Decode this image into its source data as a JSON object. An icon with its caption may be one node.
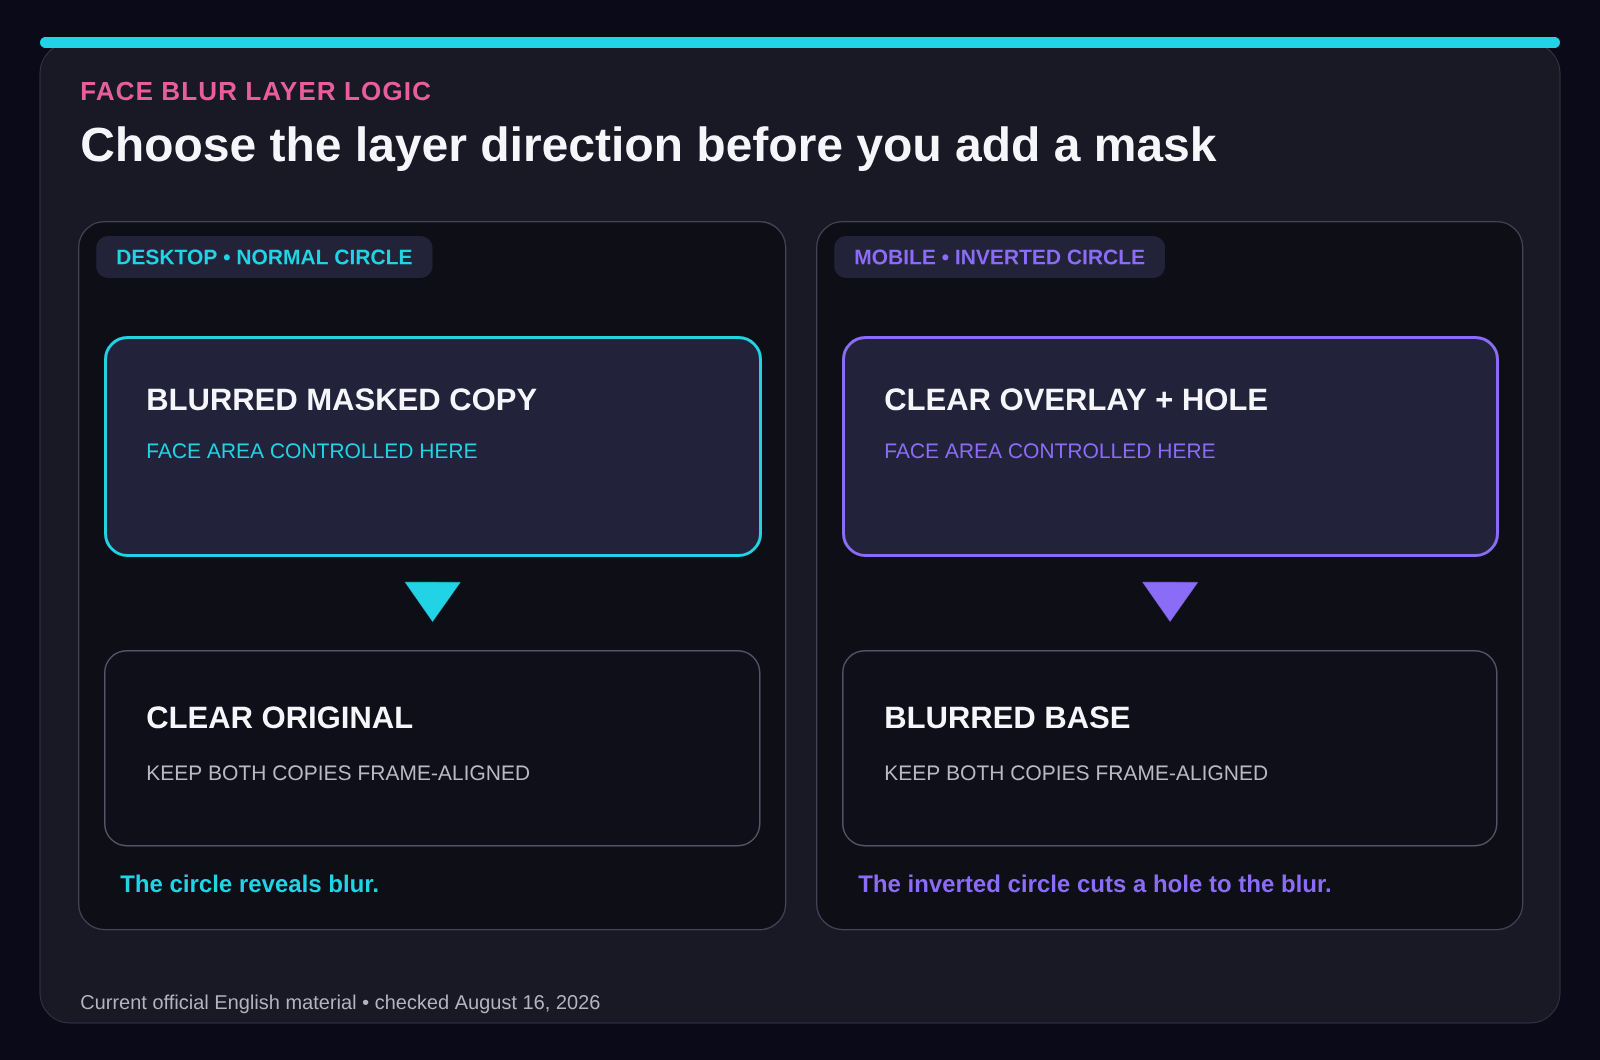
{
  "diagram": {
    "title": "Choose the layer direction before you add a mask",
    "nodes": [
      {
        "text": [
          "The circle reveals blur."
        ]
      },
      {
        "text": [
          "DESKTOP • NORMAL CIRCLE"
        ],
        "in": 0
      },
      {
        "text": [
          "BLURRED MASKED COPY",
          "FACE AREA CONTROLLED HERE"
        ],
        "in": 0
      },
      {
        "text": [
          "CLEAR ORIGINAL",
          "KEEP BOTH COPIES FRAME-ALIGNED"
        ],
        "in": 0
      },
      {
        "text": [
          "The inverted circle cuts a hole to the blur."
        ]
      },
      {
        "text": [
          "MOBILE • INVERTED CIRCLE"
        ],
        "in": 4
      },
      {
        "text": [
          "CLEAR OVERLAY + HOLE",
          "FACE AREA CONTROLLED HERE"
        ],
        "in": 4
      },
      {
        "text": [
          "BLURRED BASE",
          "KEEP BOTH COPIES FRAME-ALIGNED"
        ],
        "in": 4
      }
    ],
    "edges": [
      {
        "from": 2,
        "to": 3,
        "arrow": "to",
        "color": "#22d3e6"
      },
      {
        "from": 6,
        "to": 7,
        "arrow": "to",
        "color": "#8b6cf7"
      }
    ],
    "labels": [
      "FACE BLUR LAYER LOGIC",
      "Current official English material • checked August 16, 2026"
    ]
  }
}
